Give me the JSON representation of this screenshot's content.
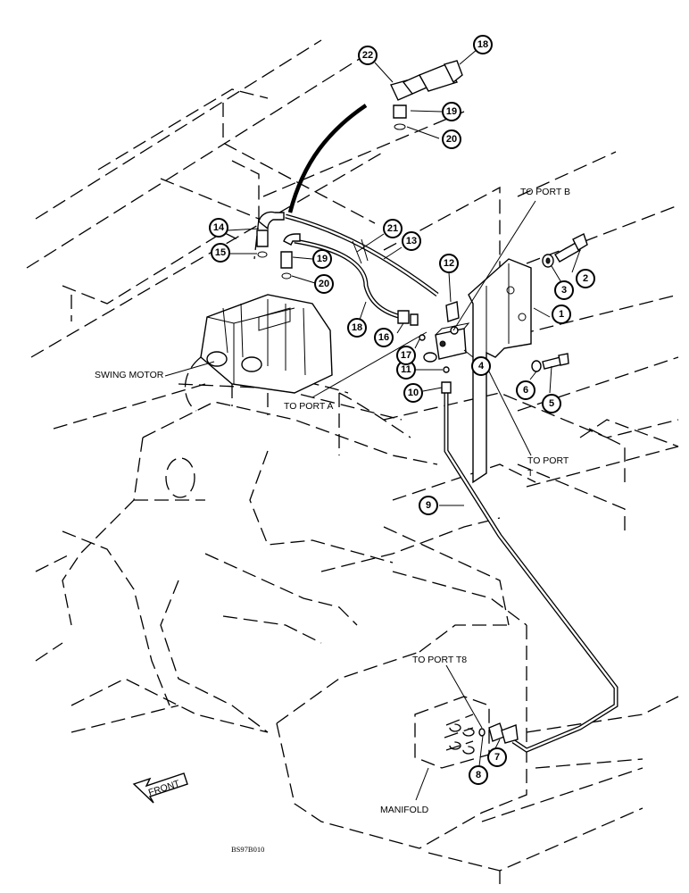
{
  "labels": {
    "to_port_b": "TO PORT B",
    "to_port_a": "TO PORT A",
    "to_port_t_line1": "TO PORT",
    "to_port_t_line2": "T",
    "to_port_t8": "TO PORT T8",
    "swing_motor": "SWING MOTOR",
    "manifold": "MANIFOLD",
    "front": "FRONT"
  },
  "figure_ref": "BS97B010",
  "callouts": [
    "1",
    "2",
    "3",
    "4",
    "5",
    "6",
    "7",
    "8",
    "9",
    "10",
    "11",
    "12",
    "13",
    "14",
    "15",
    "16",
    "17",
    "18",
    "18",
    "19",
    "19",
    "20",
    "20",
    "21",
    "22"
  ]
}
